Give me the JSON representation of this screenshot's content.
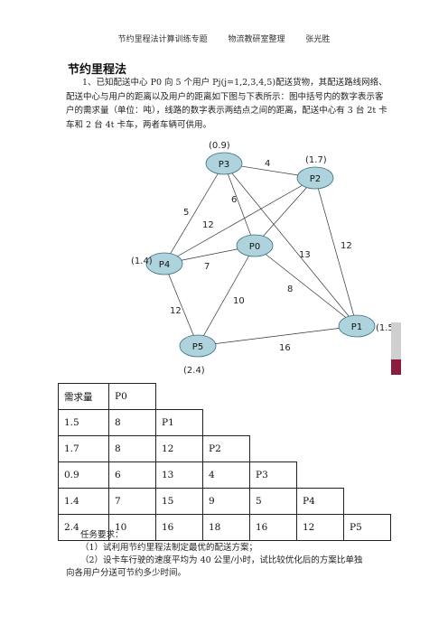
{
  "header": {
    "left": "节约里程法计算训练专题",
    "middle": "物流教研室整理",
    "right": "张光胜"
  },
  "title": "节约里程法",
  "problem": "1、已知配送中心 P0 向 5 个用户 Pj(j=1,2,3,4,5)配送货物，其配送路线网络、配送中心与用户的距离以及用户的距离如下图与下表所示：图中括号内的数字表示客户的需求量（单位：吨），线路的数字表示两结点之间的距离，配送中心有 3 台 2t 卡车和 2 台 4t 卡车，两者车辆可供用。",
  "graph": {
    "nodes": {
      "p0": "P0",
      "p1": "P1",
      "p2": "P2",
      "p3": "P3",
      "p4": "P4",
      "p5": "P5"
    },
    "demands": {
      "p1": "(1.5)",
      "p2": "(1.7)",
      "p3": "(0.9)",
      "p4": "(1.4)",
      "p5": "(2.4)"
    },
    "edges": {
      "p3_p2": "4",
      "p3_p0": "6",
      "p3_p4": "5",
      "p2_p4": "12",
      "p4_p0": "7",
      "p3_p1": "13",
      "p0_p1": "8",
      "p2_p1": "12",
      "p0_p5": "10",
      "p4_p5": "12",
      "p5_p1": "16"
    }
  },
  "table": {
    "rows": [
      [
        "需求量",
        "P0"
      ],
      [
        "1.5",
        "8",
        "P1"
      ],
      [
        "1.7",
        "8",
        "12",
        "P2"
      ],
      [
        "0.9",
        "6",
        "13",
        "4",
        "P3"
      ],
      [
        "1.4",
        "7",
        "15",
        "9",
        "5",
        "P4"
      ],
      [
        "2.4",
        "10",
        "16",
        "18",
        "16",
        "12",
        "P5"
      ]
    ]
  },
  "requirements": {
    "heading": "任务要求：",
    "item1": "（1）试利用节约里程法制定最优的配送方案；",
    "item2": "（2）设卡车行驶的速度平均为 40 公里/小时，试比较优化后的方案比单独",
    "item3": "向各用户分送可节约多少时间。"
  },
  "colors": {
    "node_fill": "#aed3dd",
    "node_stroke": "#3a6e7f",
    "accent_bar": "#8b1c3d"
  }
}
